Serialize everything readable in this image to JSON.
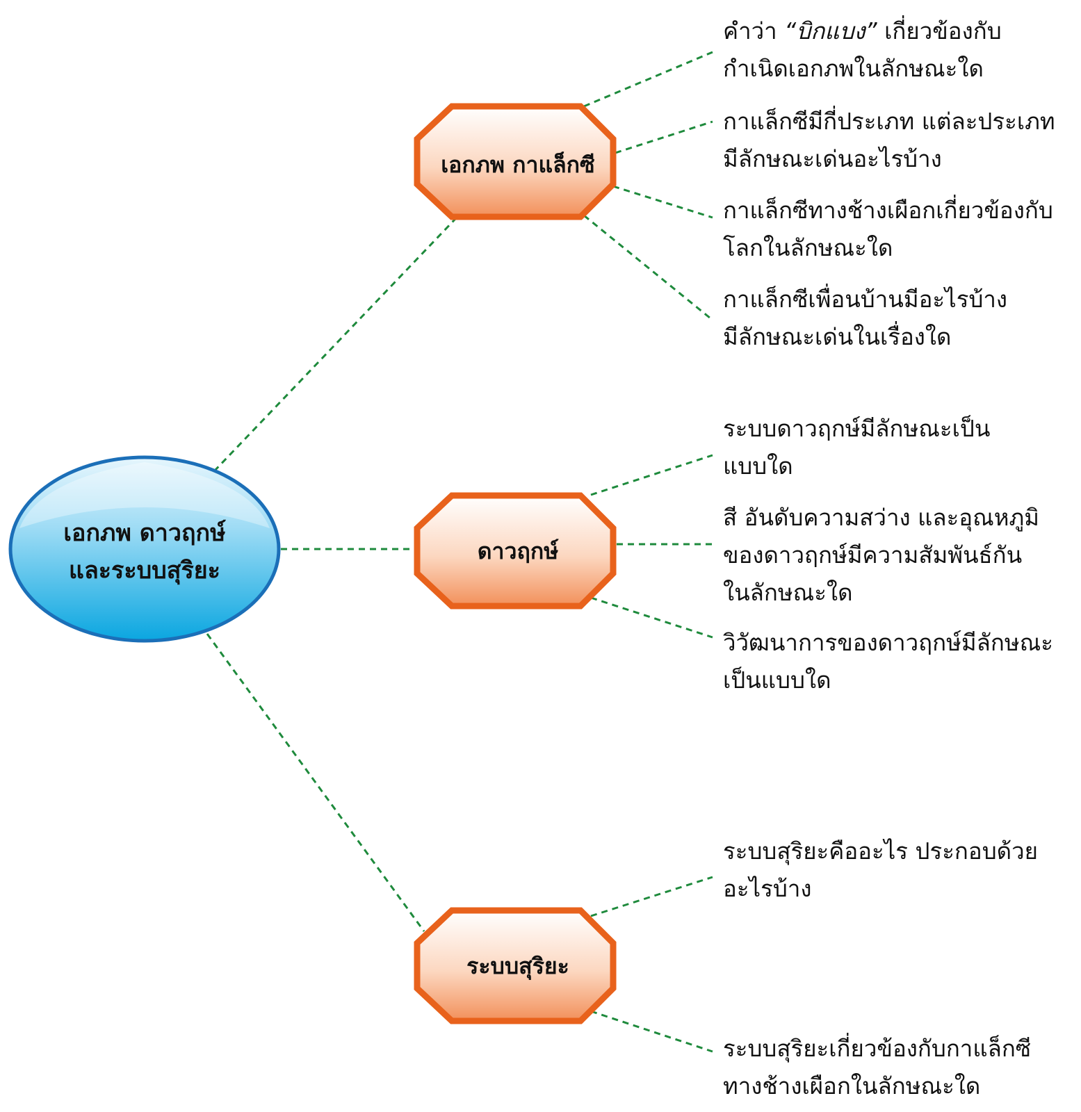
{
  "center": {
    "line1": "เอกภพ ดาวฤกษ์",
    "line2": "และระบบสุริยะ"
  },
  "topics": [
    {
      "title": "เอกภพ กาแล็กซี",
      "questions": [
        {
          "line1_before": "คำว่า ",
          "line1_italic": "“บิกแบง”",
          "line1_after": " เกี่ยวข้องกับ",
          "line2": "กำเนิดเอกภพในลักษณะใด"
        },
        {
          "line1": "กาแล็กซีมีกี่ประเภท แต่ละประเภท",
          "line2": "มีลักษณะเด่นอะไรบ้าง"
        },
        {
          "line1": "กาแล็กซีทางช้างเผือกเกี่ยวข้องกับ",
          "line2": "โลกในลักษณะใด"
        },
        {
          "line1": "กาแล็กซีเพื่อนบ้านมีอะไรบ้าง",
          "line2": "มีลักษณะเด่นในเรื่องใด"
        }
      ]
    },
    {
      "title": "ดาวฤกษ์",
      "questions": [
        {
          "line1": "ระบบดาวฤกษ์มีลักษณะเป็น",
          "line2": "แบบใด"
        },
        {
          "line1": "สี อันดับความสว่าง และอุณหภูมิ",
          "line2": "ของดาวฤกษ์มีความสัมพันธ์กัน",
          "line3": "ในลักษณะใด"
        },
        {
          "line1": "วิวัฒนาการของดาวฤกษ์มีลักษณะ",
          "line2": "เป็นแบบใด"
        }
      ]
    },
    {
      "title": "ระบบสุริยะ",
      "questions": [
        {
          "line1": "ระบบสุริยะคืออะไร ประกอบด้วย",
          "line2": "อะไรบ้าง"
        },
        {
          "line1": "ระบบสุริยะเกี่ยวข้องกับกาแล็กซี",
          "line2": "ทางช้างเผือกในลักษณะใด"
        }
      ]
    }
  ],
  "colors": {
    "connector": "#1e8a3c",
    "octagon_border": "#e8621c",
    "ellipse_border": "#1b6fb8",
    "ellipse_fill": "#33b5e8"
  }
}
